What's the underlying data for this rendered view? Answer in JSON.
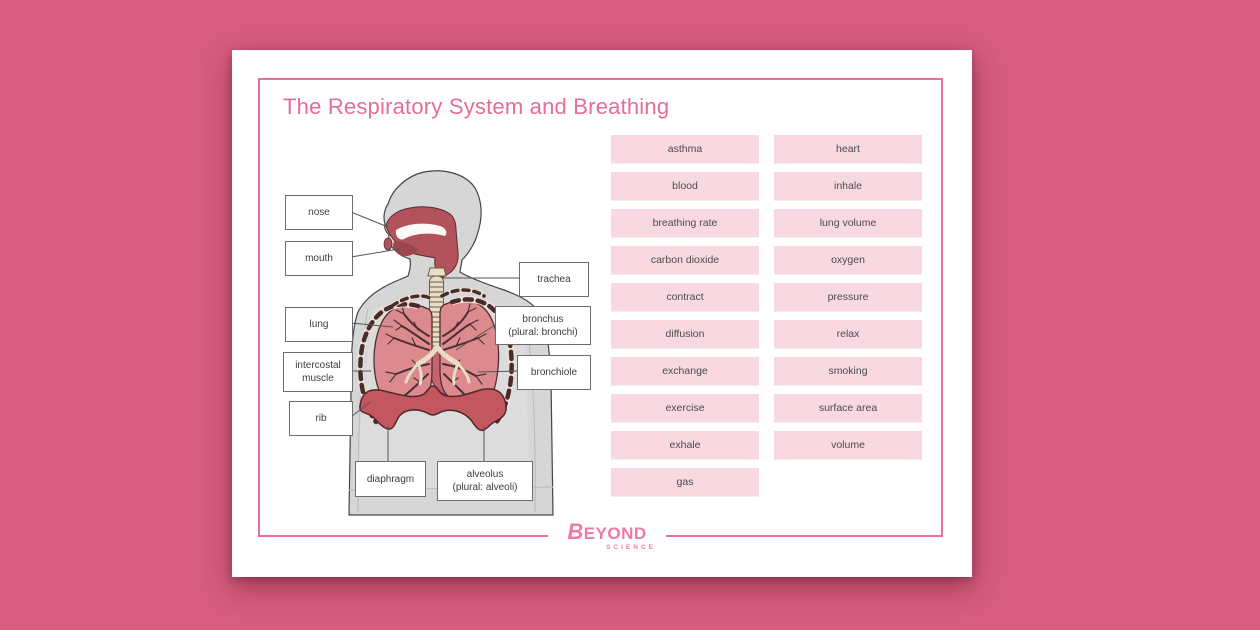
{
  "page": {
    "title": "The Respiratory System and Breathing",
    "colors": {
      "background": "#d75c7e",
      "paper": "#ffffff",
      "frame_border": "#ec7096",
      "title_pink": "#e56e92",
      "word_box_fill": "#f8d9e1",
      "logo_pink": "#ef7ba3"
    }
  },
  "diagram": {
    "labels": [
      {
        "id": "nose",
        "lines": [
          "nose"
        ]
      },
      {
        "id": "mouth",
        "lines": [
          "mouth"
        ]
      },
      {
        "id": "trachea",
        "lines": [
          "trachea"
        ]
      },
      {
        "id": "lung",
        "lines": [
          "lung"
        ]
      },
      {
        "id": "bronchus",
        "lines": [
          "bronchus",
          "(plural: bronchi)"
        ]
      },
      {
        "id": "intercostal-muscle",
        "lines": [
          "intercostal",
          "muscle"
        ]
      },
      {
        "id": "bronchiole",
        "lines": [
          "bronchiole"
        ]
      },
      {
        "id": "rib",
        "lines": [
          "rib"
        ]
      },
      {
        "id": "diaphragm",
        "lines": [
          "diaphragm"
        ]
      },
      {
        "id": "alveolus",
        "lines": [
          "alveolus",
          "(plural: alveoli)"
        ]
      }
    ]
  },
  "word_bank": {
    "column_1": [
      "asthma",
      "blood",
      "breathing rate",
      "carbon dioxide",
      "contract",
      "diffusion",
      "exchange",
      "exercise",
      "exhale",
      "gas"
    ],
    "column_2": [
      "heart",
      "inhale",
      "lung volume",
      "oxygen",
      "pressure",
      "relax",
      "smoking",
      "surface area",
      "volume"
    ]
  },
  "footer": {
    "brand": "EYOND",
    "brand_initial": "B",
    "brand_sub": "SCIENCE"
  }
}
